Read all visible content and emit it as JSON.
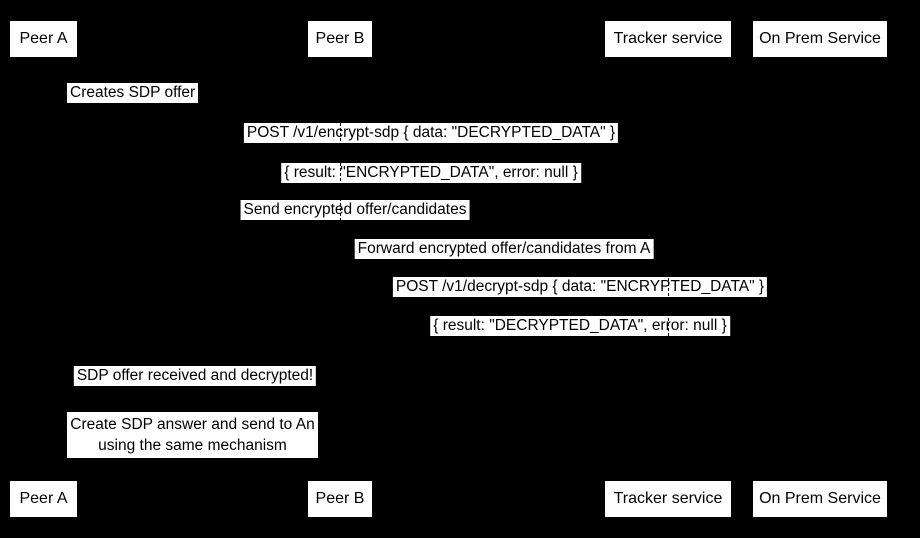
{
  "diagram": {
    "type": "sequence",
    "colors": {
      "background": "#000000",
      "box_fill": "#ffffff",
      "text": "#000000"
    },
    "participants": [
      {
        "id": "peer-a",
        "label": "Peer A"
      },
      {
        "id": "peer-b",
        "label": "Peer B"
      },
      {
        "id": "tracker",
        "label": "Tracker service"
      },
      {
        "id": "onprem",
        "label": "On Prem Service"
      }
    ],
    "messages": [
      {
        "from": "peer-a",
        "to": "peer-a",
        "text": "Creates SDP offer"
      },
      {
        "from": "peer-a",
        "to": "onprem",
        "text": "POST /v1/encrypt-sdp { data: \"DECRYPTED_DATA\" }"
      },
      {
        "from": "onprem",
        "to": "peer-a",
        "text": "{ result: \"ENCRYPTED_DATA\", error: null }"
      },
      {
        "from": "peer-a",
        "to": "tracker",
        "text": "Send encrypted offer/candidates"
      },
      {
        "from": "tracker",
        "to": "peer-b",
        "text": "Forward encrypted offer/candidates from A"
      },
      {
        "from": "peer-b",
        "to": "onprem",
        "text": "POST /v1/decrypt-sdp { data: \"ENCRYPTED_DATA\" }"
      },
      {
        "from": "onprem",
        "to": "peer-b",
        "text": "{ result: \"DECRYPTED_DATA\", error: null }"
      },
      {
        "from": "peer-b",
        "to": "peer-a",
        "text": "SDP offer received and decrypted!"
      }
    ],
    "note": {
      "over": [
        "peer-a",
        "peer-b"
      ],
      "lines": [
        "Create SDP answer and send to An",
        "using the same mechanism"
      ]
    }
  }
}
